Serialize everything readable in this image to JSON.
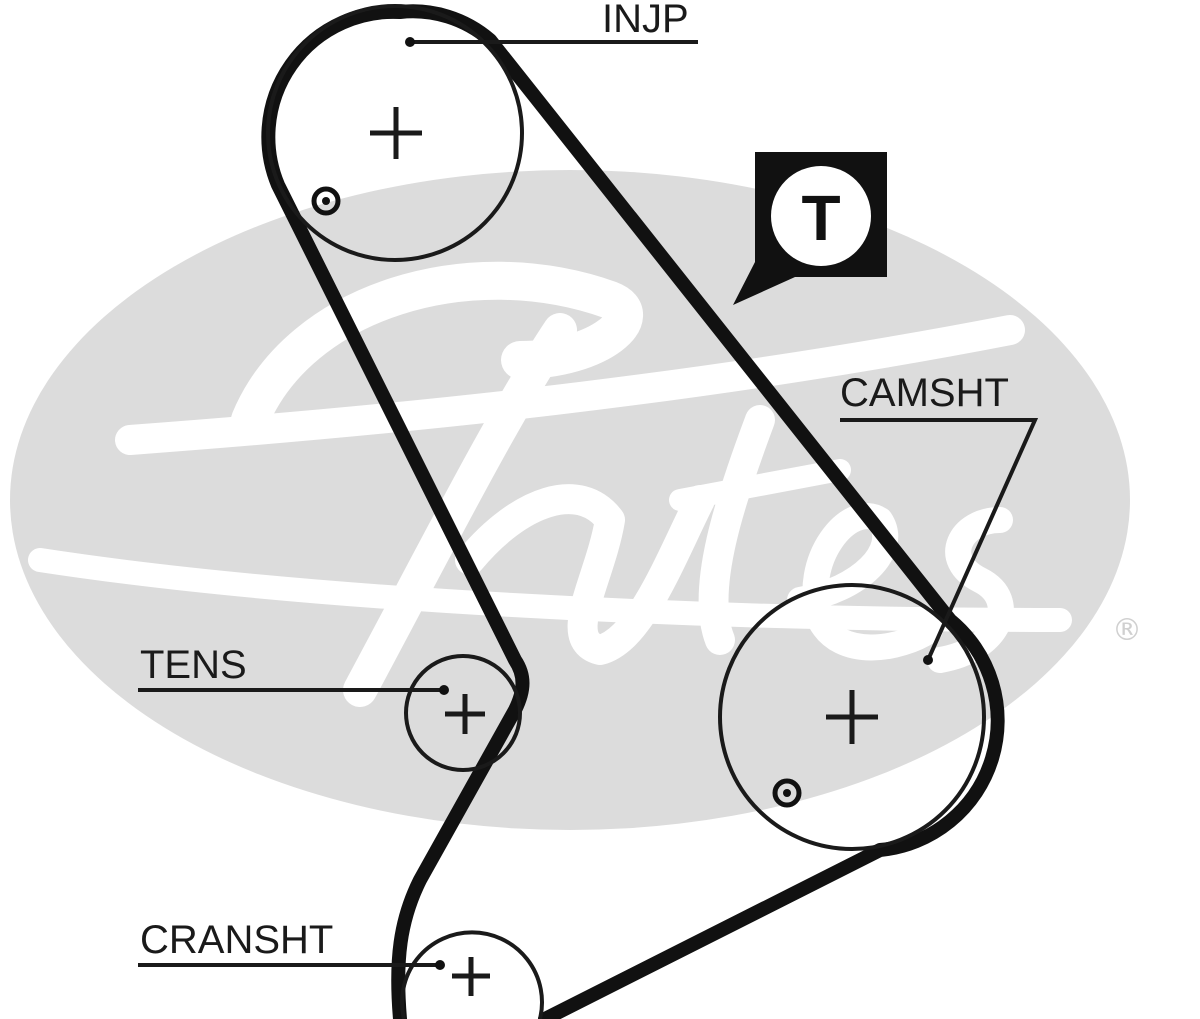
{
  "colors": {
    "belt": "#111111",
    "line": "#1a1a1a",
    "logo_gray": "#dcdcdc",
    "background": "#ffffff"
  },
  "logo": {
    "wordmark": "Gates",
    "registered_mark": "®"
  },
  "badge": {
    "letter": "T"
  },
  "labels": {
    "injection_pump": "INJP",
    "camshaft": "CAMSHT",
    "tensioner": "TENS",
    "crankshaft": "CRANSHT"
  }
}
